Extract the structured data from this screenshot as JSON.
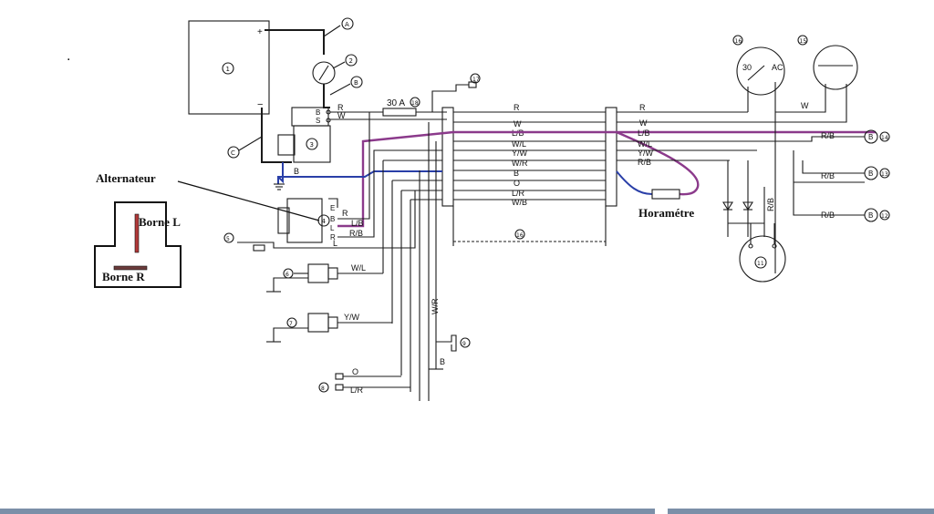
{
  "colors": {
    "accent_purple": "#8b3a8b",
    "accent_blue": "#2a3fa8",
    "footer_bar": "#7b8fa8"
  },
  "annotations": {
    "dot": ".",
    "alternateur": "Alternateur",
    "borne_l": "Borne L",
    "borne_r": "Borne R",
    "horametre": "Horamétre"
  },
  "callouts": {
    "A": "A",
    "B": "B",
    "C": "C",
    "n1": "1",
    "n2": "2",
    "n3": "3",
    "n4": "4",
    "n5": "5",
    "n6": "6",
    "n7": "7",
    "n8": "8",
    "n9": "9",
    "n10": "10",
    "n11": "11",
    "n12": "12",
    "n13": "13",
    "n14": "14",
    "n15": "15",
    "n16": "16",
    "n17": "17",
    "n18": "18"
  },
  "fuse_label": "30 A",
  "terminals": {
    "starter_b": "B",
    "starter_s": "S",
    "alt_e": "E",
    "alt_b": "B",
    "alt_l": "L",
    "alt_r": "R"
  },
  "wire_codes_left": {
    "r": "R",
    "w": "W",
    "b": "B",
    "alt_r": "R",
    "alt_lb": "L/B",
    "alt_rb": "R/B",
    "l": "L",
    "wl": "W/L",
    "yw": "Y/W",
    "o": "O",
    "lr": "L/R",
    "wr_vert": "W/R",
    "b9": "B"
  },
  "harness_wires": [
    "R",
    "W",
    "L/B",
    "W/L",
    "Y/W",
    "W/R",
    "B",
    "O",
    "L/R",
    "W/B"
  ],
  "harness_right": [
    "R",
    "W",
    "L/B",
    "W/L",
    "Y/W",
    "R/B"
  ],
  "relay_labels": {
    "t30": "30",
    "tac": "AC"
  },
  "right_wire_codes": {
    "w": "W",
    "rb1": "R/B",
    "rb2": "R/B",
    "rb3": "R/B",
    "rb_vert": "R/B"
  },
  "lamp_letter": "B"
}
